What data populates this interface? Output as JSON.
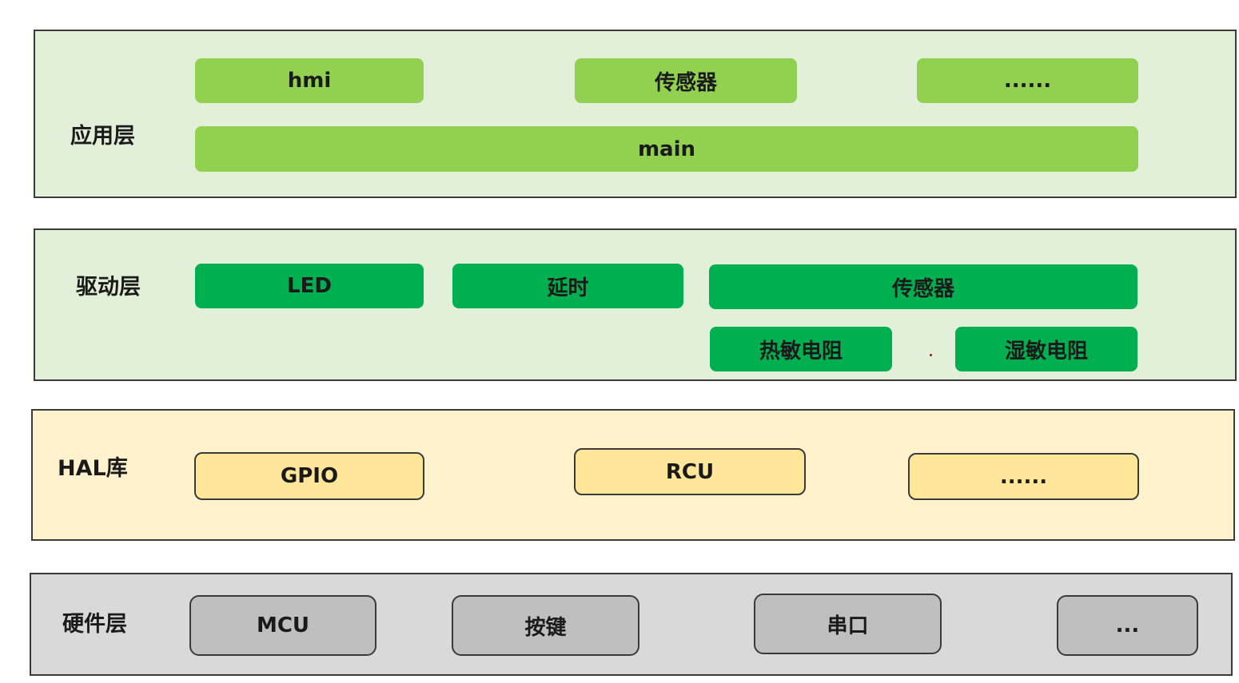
{
  "layers": {
    "app": {
      "label": "应用层",
      "boxes": [
        "hmi",
        "传感器",
        "......",
        "main"
      ]
    },
    "driver": {
      "label": "驱动层",
      "boxes": [
        "LED",
        "延时",
        "传感器",
        "热敏电阻",
        "湿敏电阻"
      ]
    },
    "hal": {
      "label": "HAL库",
      "boxes": [
        "GPIO",
        "RCU",
        "......"
      ]
    },
    "hardware": {
      "label": "硬件层",
      "boxes": [
        "MCU",
        "按键",
        "串口",
        "..."
      ]
    }
  },
  "colors": {
    "app_layer_bg": "#e2efd9",
    "app_box": "#92d050",
    "driver_layer_bg": "#e2efd9",
    "driver_box": "#00b050",
    "hal_layer_bg": "#fff2cc",
    "hal_box": "#ffe699",
    "hardware_layer_bg": "#d9d9d9",
    "hardware_box": "#bfbfbf"
  }
}
